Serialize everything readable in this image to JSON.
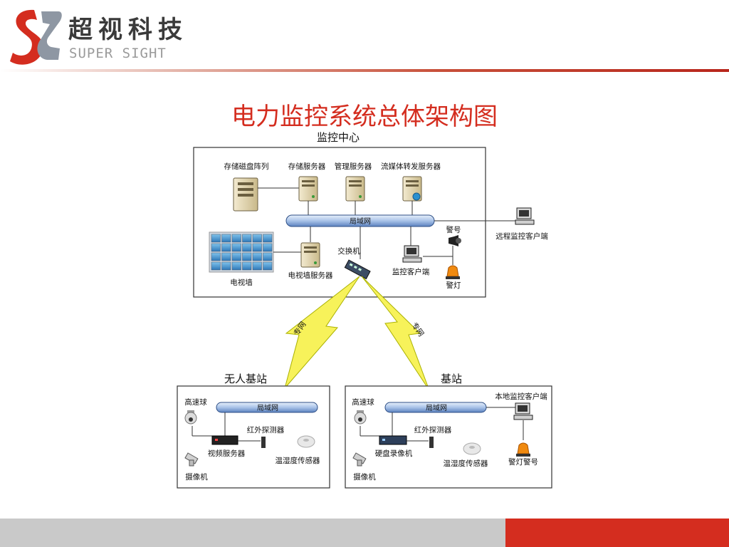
{
  "header": {
    "logo_cn": "超视科技",
    "logo_en": "SUPER SIGHT",
    "accent_color": "#d42d1f"
  },
  "title": "电力监控系统总体架构图",
  "diagram": {
    "monitor_center": {
      "title": "监控中心",
      "storage_array": "存储磁盘阵列",
      "storage_server": "存储服务器",
      "mgmt_server": "管理服务器",
      "stream_server": "流媒体转发服务器",
      "lan": "局域网",
      "alarm": "警号",
      "video_wall": "电视墙",
      "tv_wall_server": "电视墙服务器",
      "switch": "交换机",
      "monitor_client": "监控客户端",
      "alarm_light": "警灯"
    },
    "remote_client": "远程监控客户端",
    "private_net_left": "专网",
    "private_net_right": "专网",
    "unmanned_station": {
      "title": "无人基站",
      "dome": "高速球",
      "lan": "局域网",
      "ir": "红外探测器",
      "video_server": "视频服务器",
      "temp_sensor": "温湿度传感器",
      "camera": "摄像机"
    },
    "station": {
      "title": "基站",
      "dome": "高速球",
      "lan": "局域网",
      "local_client": "本地监控客户端",
      "ir": "红外探测器",
      "dvr": "硬盘录像机",
      "temp_sensor": "温湿度传感器",
      "camera": "摄像机",
      "alarm_light_horn": "警灯警号"
    }
  }
}
